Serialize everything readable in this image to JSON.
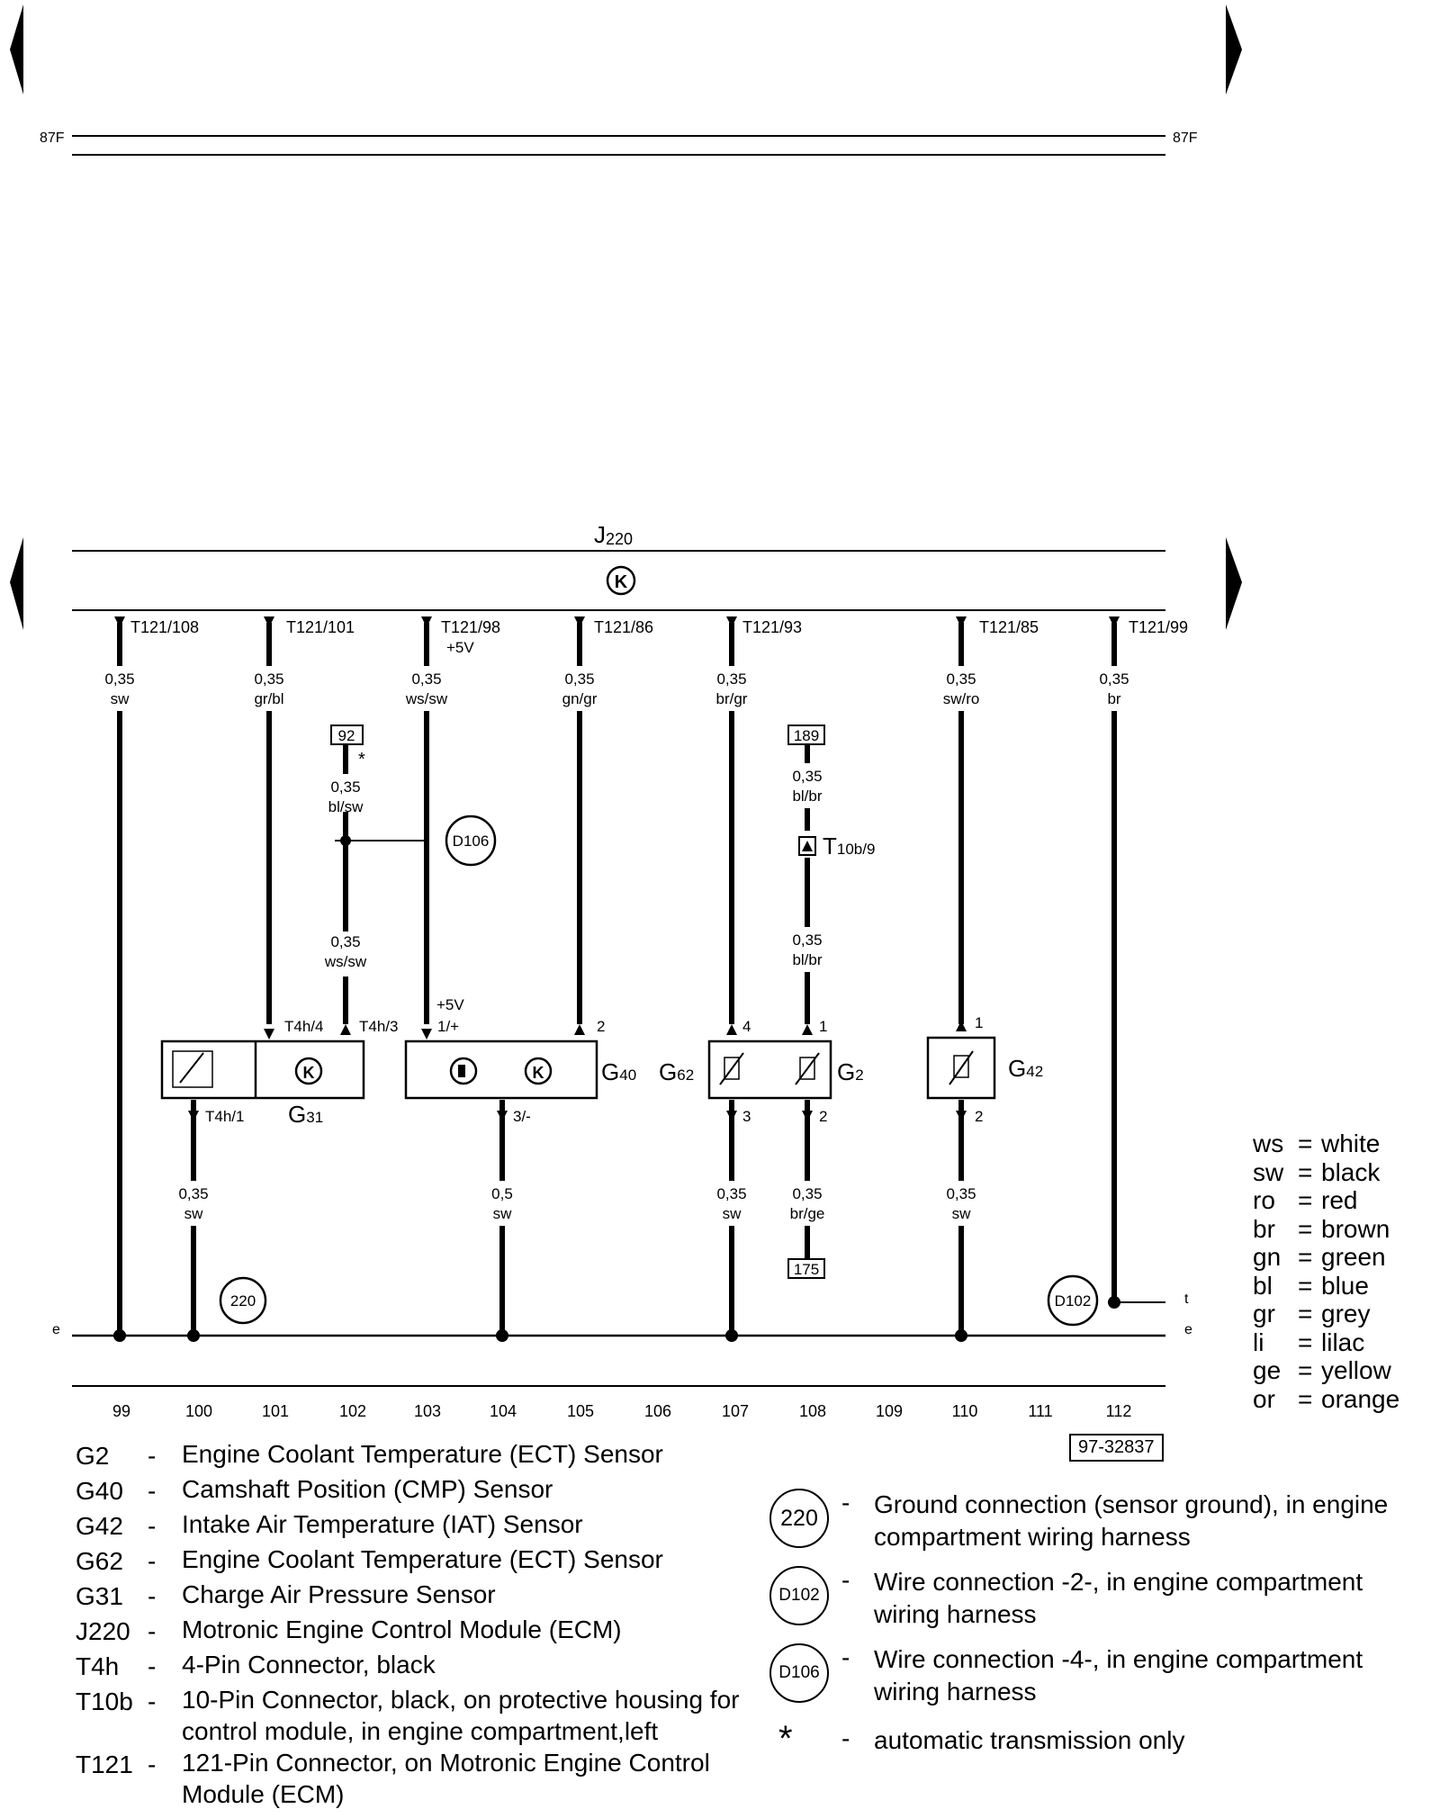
{
  "header": {
    "left_label": "87F",
    "right_label": "87F"
  },
  "module": {
    "code": "J220",
    "symbol": "K"
  },
  "pins": [
    {
      "label": "T121/108"
    },
    {
      "label": "T121/101"
    },
    {
      "label": "T121/98"
    },
    {
      "label": "T121/86"
    },
    {
      "label": "T121/93"
    },
    {
      "label": "T121/85"
    },
    {
      "label": "T121/99"
    }
  ],
  "pin_extra": "+5V",
  "wires": {
    "top": [
      {
        "size": "0,35",
        "color": "sw"
      },
      {
        "size": "0,35",
        "color": "gr/bl"
      },
      {
        "size": "0,35",
        "color": "ws/sw"
      },
      {
        "size": "0,35",
        "color": "gn/gr"
      },
      {
        "size": "0,35",
        "color": "br/gr"
      },
      {
        "size": "0,35",
        "color": "sw/ro"
      },
      {
        "size": "0,35",
        "color": "br"
      }
    ],
    "c102_upper": {
      "size": "0,35",
      "color": "bl/sw"
    },
    "c102_lower": {
      "size": "0,35",
      "color": "ws/sw"
    },
    "c108_upper": {
      "size": "0,35",
      "color": "bl/br"
    },
    "c108_lower": {
      "size": "0,35",
      "color": "bl/br"
    },
    "bottom": [
      {
        "size": "0,35",
        "color": "sw"
      },
      {
        "size": "0,5",
        "color": "sw"
      },
      {
        "size": "0,35",
        "color": "sw"
      },
      {
        "size": "0,35",
        "color": "br/ge"
      },
      {
        "size": "0,35",
        "color": "sw"
      }
    ]
  },
  "refs": {
    "r92": "92",
    "r189": "189",
    "r175": "175"
  },
  "star": "*",
  "connector_t10b": "T10b/9",
  "grounds": {
    "d106": "D106",
    "g220": "220",
    "d102": "D102"
  },
  "components": {
    "g31": "G31",
    "g40": "G40",
    "g62": "G62",
    "g2": "G2",
    "g42": "G42"
  },
  "connector_pins": {
    "t4h4": "T4h/4",
    "t4h3": "T4h/3",
    "t4h1": "T4h/1",
    "g40_5v": "+5V",
    "g40_1": "1/+",
    "g40_2": "2",
    "g40_3": "3/-",
    "g62_4": "4",
    "g62_3": "3",
    "g2_1": "1",
    "g2_2": "2",
    "g42_1": "1",
    "g42_2": "2"
  },
  "bus_labels": {
    "e_left": "e",
    "e_right": "e",
    "t_right": "t"
  },
  "current_tracks": [
    "99",
    "100",
    "101",
    "102",
    "103",
    "104",
    "105",
    "106",
    "107",
    "108",
    "109",
    "110",
    "111",
    "112"
  ],
  "abbreviations": [
    {
      "code": "ws",
      "meaning": "white"
    },
    {
      "code": "sw",
      "meaning": "black"
    },
    {
      "code": "ro",
      "meaning": "red"
    },
    {
      "code": "br",
      "meaning": "brown"
    },
    {
      "code": "gn",
      "meaning": "green"
    },
    {
      "code": "bl",
      "meaning": "blue"
    },
    {
      "code": "gr",
      "meaning": "grey"
    },
    {
      "code": "li",
      "meaning": "lilac"
    },
    {
      "code": "ge",
      "meaning": "yellow"
    },
    {
      "code": "or",
      "meaning": "orange"
    }
  ],
  "reference_number": "97-32837",
  "legend": [
    {
      "code": "G2",
      "text": "Engine Coolant Temperature (ECT) Sensor"
    },
    {
      "code": "G40",
      "text": "Camshaft Position (CMP) Sensor"
    },
    {
      "code": "G42",
      "text": "Intake Air Temperature (IAT) Sensor"
    },
    {
      "code": "G62",
      "text": "Engine Coolant Temperature (ECT) Sensor"
    },
    {
      "code": "G31",
      "text": "Charge Air Pressure Sensor"
    },
    {
      "code": "J220",
      "text": "Motronic Engine Control Module (ECM)"
    },
    {
      "code": "T4h",
      "text": "4-Pin Connector, black"
    },
    {
      "code": "T10b",
      "text": "10-Pin Connector, black, on protective housing for control module, in engine compartment,left"
    },
    {
      "code": "T121",
      "text": "121-Pin Connector, on Motronic Engine Control Module (ECM)"
    }
  ],
  "legend_right": [
    {
      "symbol": "220",
      "text": "Ground connection (sensor ground), in engine compartment wiring harness"
    },
    {
      "symbol": "D102",
      "text": "Wire connection -2-, in engine compartment wiring harness"
    },
    {
      "symbol": "D106",
      "text": "Wire connection -4-, in engine compartment wiring harness"
    },
    {
      "symbol": "*",
      "text": "automatic transmission only"
    }
  ]
}
